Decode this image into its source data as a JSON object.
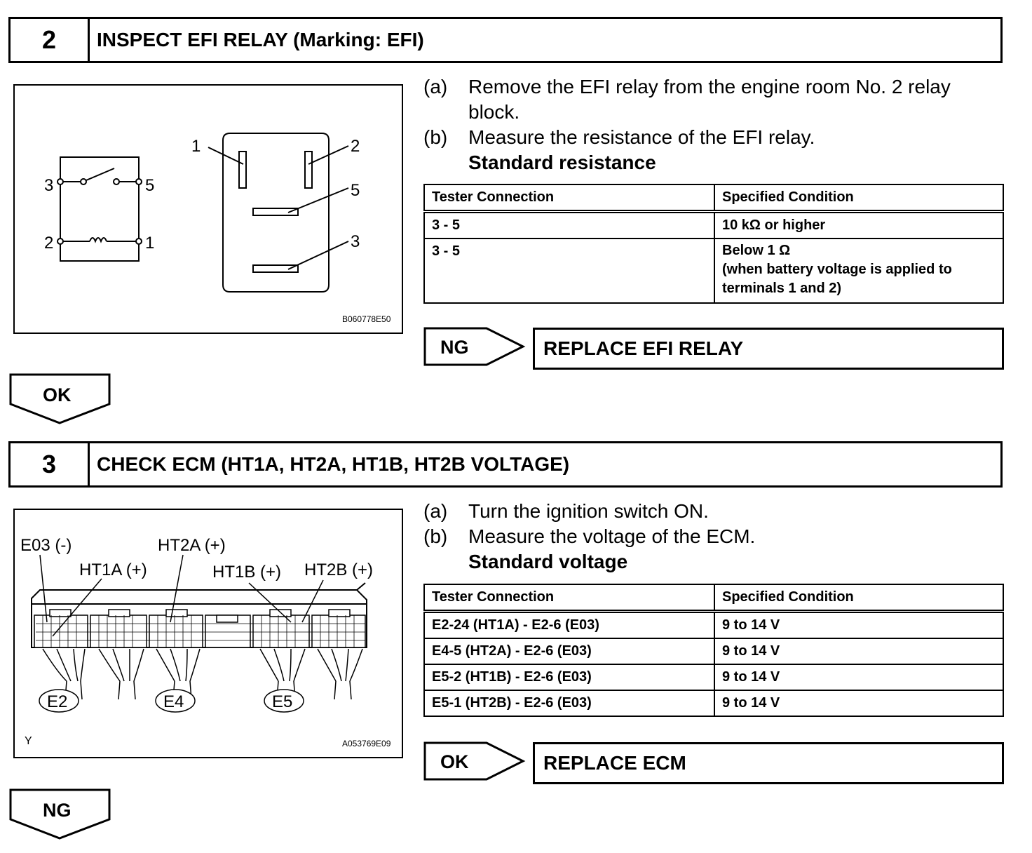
{
  "step2": {
    "number": "2",
    "title": "INSPECT EFI RELAY (Marking: EFI)",
    "figure": {
      "code": "B060778E50",
      "schematic_labels": [
        "3",
        "5",
        "2",
        "1"
      ],
      "relay_labels": [
        "1",
        "2",
        "5",
        "3"
      ]
    },
    "instructions": [
      {
        "label": "(a)",
        "text_line1": "Remove the EFI relay from the engine room No. 2 relay",
        "text_line2": "block."
      },
      {
        "label": "(b)",
        "text_line1": "Measure the resistance of the EFI relay."
      }
    ],
    "standard_label": "Standard resistance",
    "table": {
      "headers": [
        "Tester Connection",
        "Specified Condition"
      ],
      "rows": [
        {
          "connection": "3 - 5",
          "condition": "10 kΩ or higher"
        },
        {
          "connection": "3 - 5",
          "condition": "Below 1 Ω",
          "condition_2": "(when battery voltage is applied to",
          "condition_3": "terminals 1 and 2)"
        }
      ]
    },
    "result_tag": "NG",
    "result_action": "REPLACE EFI RELAY",
    "next_tag": "OK"
  },
  "step3": {
    "number": "3",
    "title": "CHECK ECM (HT1A, HT2A, HT1B, HT2B VOLTAGE)",
    "figure": {
      "code": "A053769E09",
      "corner_label": "Y",
      "pin_labels": [
        "E03 (-)",
        "HT2A (+)",
        "HT1A (+)",
        "HT1B (+)",
        "HT2B (+)"
      ],
      "connector_labels": [
        "E2",
        "E4",
        "E5"
      ]
    },
    "instructions": [
      {
        "label": "(a)",
        "text_line1": "Turn the ignition switch ON."
      },
      {
        "label": "(b)",
        "text_line1": "Measure the voltage of the ECM."
      }
    ],
    "standard_label": "Standard voltage",
    "table": {
      "headers": [
        "Tester Connection",
        "Specified Condition"
      ],
      "rows": [
        {
          "connection": "E2-24 (HT1A) - E2-6 (E03)",
          "condition": "9 to 14 V"
        },
        {
          "connection": "E4-5 (HT2A) - E2-6 (E03)",
          "condition": "9 to 14 V"
        },
        {
          "connection": "E5-2 (HT1B) - E2-6 (E03)",
          "condition": "9 to 14 V"
        },
        {
          "connection": "E5-1 (HT2B) - E2-6 (E03)",
          "condition": "9 to 14 V"
        }
      ]
    },
    "result_tag": "OK",
    "result_action": "REPLACE ECM",
    "next_tag": "NG"
  }
}
